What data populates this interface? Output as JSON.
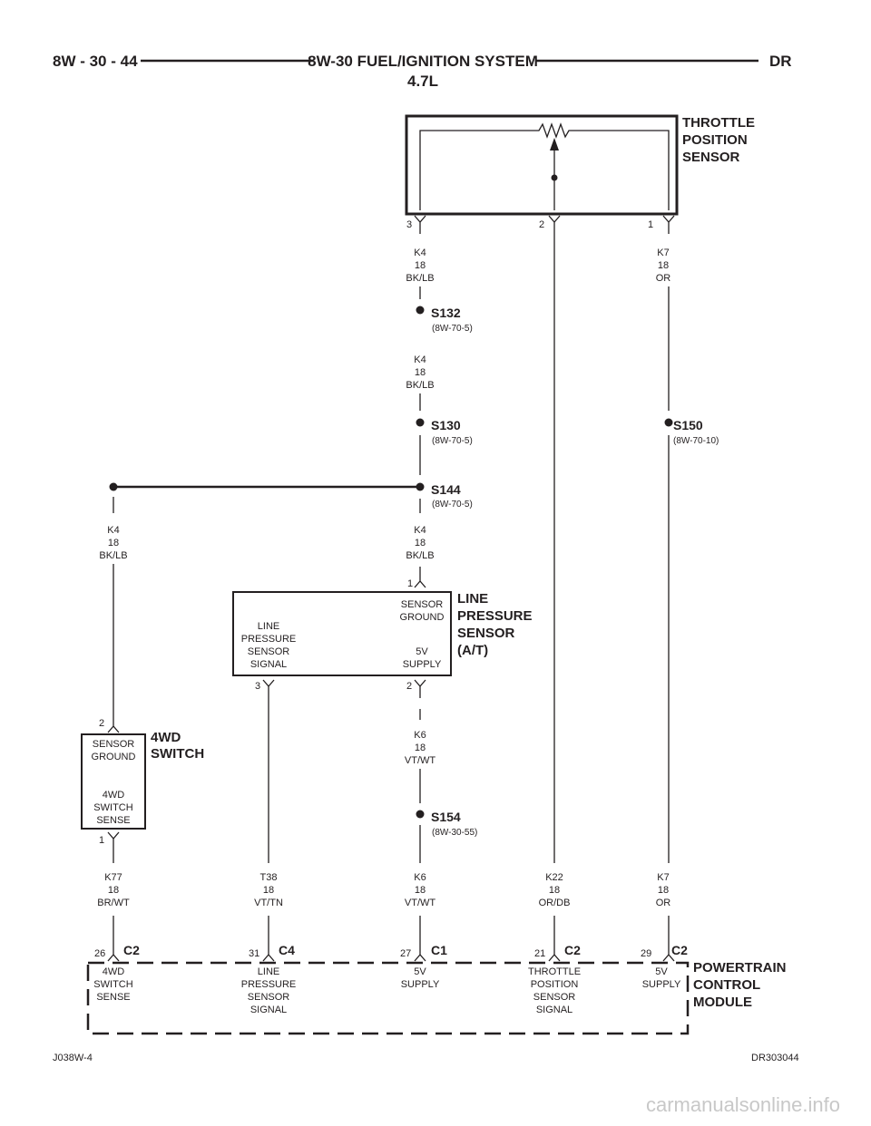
{
  "header": {
    "page": "8W - 30 - 44",
    "title": "8W-30 FUEL/IGNITION SYSTEM",
    "subtitle": "4.7L",
    "model": "DR"
  },
  "footer": {
    "left": "J038W-4",
    "right": "DR303044"
  },
  "watermark": "carmanualsonline.info",
  "components": {
    "tps": {
      "title": [
        "THROTTLE",
        "POSITION",
        "SENSOR"
      ],
      "pins": [
        "3",
        "2",
        "1"
      ]
    },
    "lps": {
      "title": [
        "LINE",
        "PRESSURE",
        "SENSOR",
        "(A/T)"
      ],
      "pin_top": "1",
      "pin_left": "3",
      "pin_right": "2",
      "lbl_ground": [
        "SENSOR",
        "GROUND"
      ],
      "lbl_signal": [
        "LINE",
        "PRESSURE",
        "SENSOR",
        "SIGNAL"
      ],
      "lbl_supply": [
        "5V",
        "SUPPLY"
      ]
    },
    "sw4wd": {
      "title": [
        "4WD",
        "SWITCH"
      ],
      "pin_top": "2",
      "pin_bottom": "1",
      "lbl_ground": [
        "SENSOR",
        "GROUND"
      ],
      "lbl_sense": [
        "4WD",
        "SWITCH",
        "SENSE"
      ]
    },
    "pcm": {
      "title": [
        "POWERTRAIN",
        "CONTROL",
        "MODULE"
      ],
      "conns": [
        {
          "pin": "26",
          "conn": "C2",
          "label": [
            "4WD",
            "SWITCH",
            "SENSE"
          ]
        },
        {
          "pin": "31",
          "conn": "C4",
          "label": [
            "LINE",
            "PRESSURE",
            "SENSOR",
            "SIGNAL"
          ]
        },
        {
          "pin": "27",
          "conn": "C1",
          "label": [
            "5V",
            "SUPPLY"
          ]
        },
        {
          "pin": "21",
          "conn": "C2",
          "label": [
            "THROTTLE",
            "POSITION",
            "SENSOR",
            "SIGNAL"
          ]
        },
        {
          "pin": "29",
          "conn": "C2",
          "label": [
            "5V",
            "SUPPLY"
          ]
        }
      ]
    }
  },
  "splices": {
    "s132": {
      "name": "S132",
      "ref": "(8W-70-5)"
    },
    "s130": {
      "name": "S130",
      "ref": "(8W-70-5)"
    },
    "s144": {
      "name": "S144",
      "ref": "(8W-70-5)"
    },
    "s150": {
      "name": "S150",
      "ref": "(8W-70-10)"
    },
    "s154": {
      "name": "S154",
      "ref": "(8W-30-55)"
    }
  },
  "wires": {
    "k4_a": [
      "K4",
      "18",
      "BK/LB"
    ],
    "k7_a": [
      "K7",
      "18",
      "OR"
    ],
    "k4_b": [
      "K4",
      "18",
      "BK/LB"
    ],
    "k4_left": [
      "K4",
      "18",
      "BK/LB"
    ],
    "k4_c": [
      "K4",
      "18",
      "BK/LB"
    ],
    "k6_a": [
      "K6",
      "18",
      "VT/WT"
    ],
    "k77": [
      "K77",
      "18",
      "BR/WT"
    ],
    "t38": [
      "T38",
      "18",
      "VT/TN"
    ],
    "k6_b": [
      "K6",
      "18",
      "VT/WT"
    ],
    "k22": [
      "K22",
      "18",
      "OR/DB"
    ],
    "k7_b": [
      "K7",
      "18",
      "OR"
    ]
  }
}
